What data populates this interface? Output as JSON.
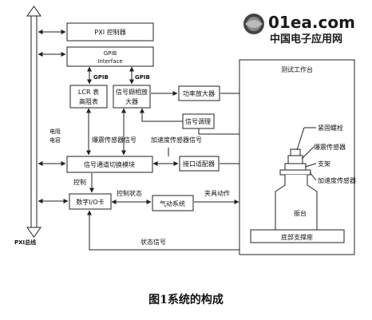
{
  "logo": {
    "site": "01ea.com",
    "tagline": "中国电子应用网"
  },
  "bus": {
    "label": "PXI总线"
  },
  "blocks": {
    "pxi_controller": "PXI 控制器",
    "gpib_line1": "GPIB",
    "gpib_line2": "Interface",
    "lcr_line1": "LCR 表",
    "lcr_line2": "高阻表",
    "sig_acq_line1": "信号撷相放",
    "sig_acq_line2": "大器",
    "power_amp": "功率放大器",
    "sig_cond": "信号调理",
    "channel_switch": "信号通道切换模块",
    "interface_adapter": "接口适配器",
    "digital_io": "数字I/O卡",
    "pneumatic": "气动系统",
    "workbench_title": "测试工作台",
    "vibration_table": "振台",
    "base_support": "底部支撑座"
  },
  "labels": {
    "gpib_a": "GPIB",
    "gpib_b": "GPIB",
    "resistance_line1": "电阻",
    "resistance_line2": "电容",
    "knock_signal": "爆震传感器信号",
    "accel_signal": "加速度传感器信号",
    "control": "控制",
    "control_status": "控制状态",
    "clamp_action": "夹具动作",
    "status_signal": "状态信号"
  },
  "callouts": {
    "bolt": "紧固螺栓",
    "knock_sensor": "爆震传感器",
    "bracket": "支架",
    "accel_sensor": "加速度传感器"
  },
  "caption": "图1系统的构成"
}
